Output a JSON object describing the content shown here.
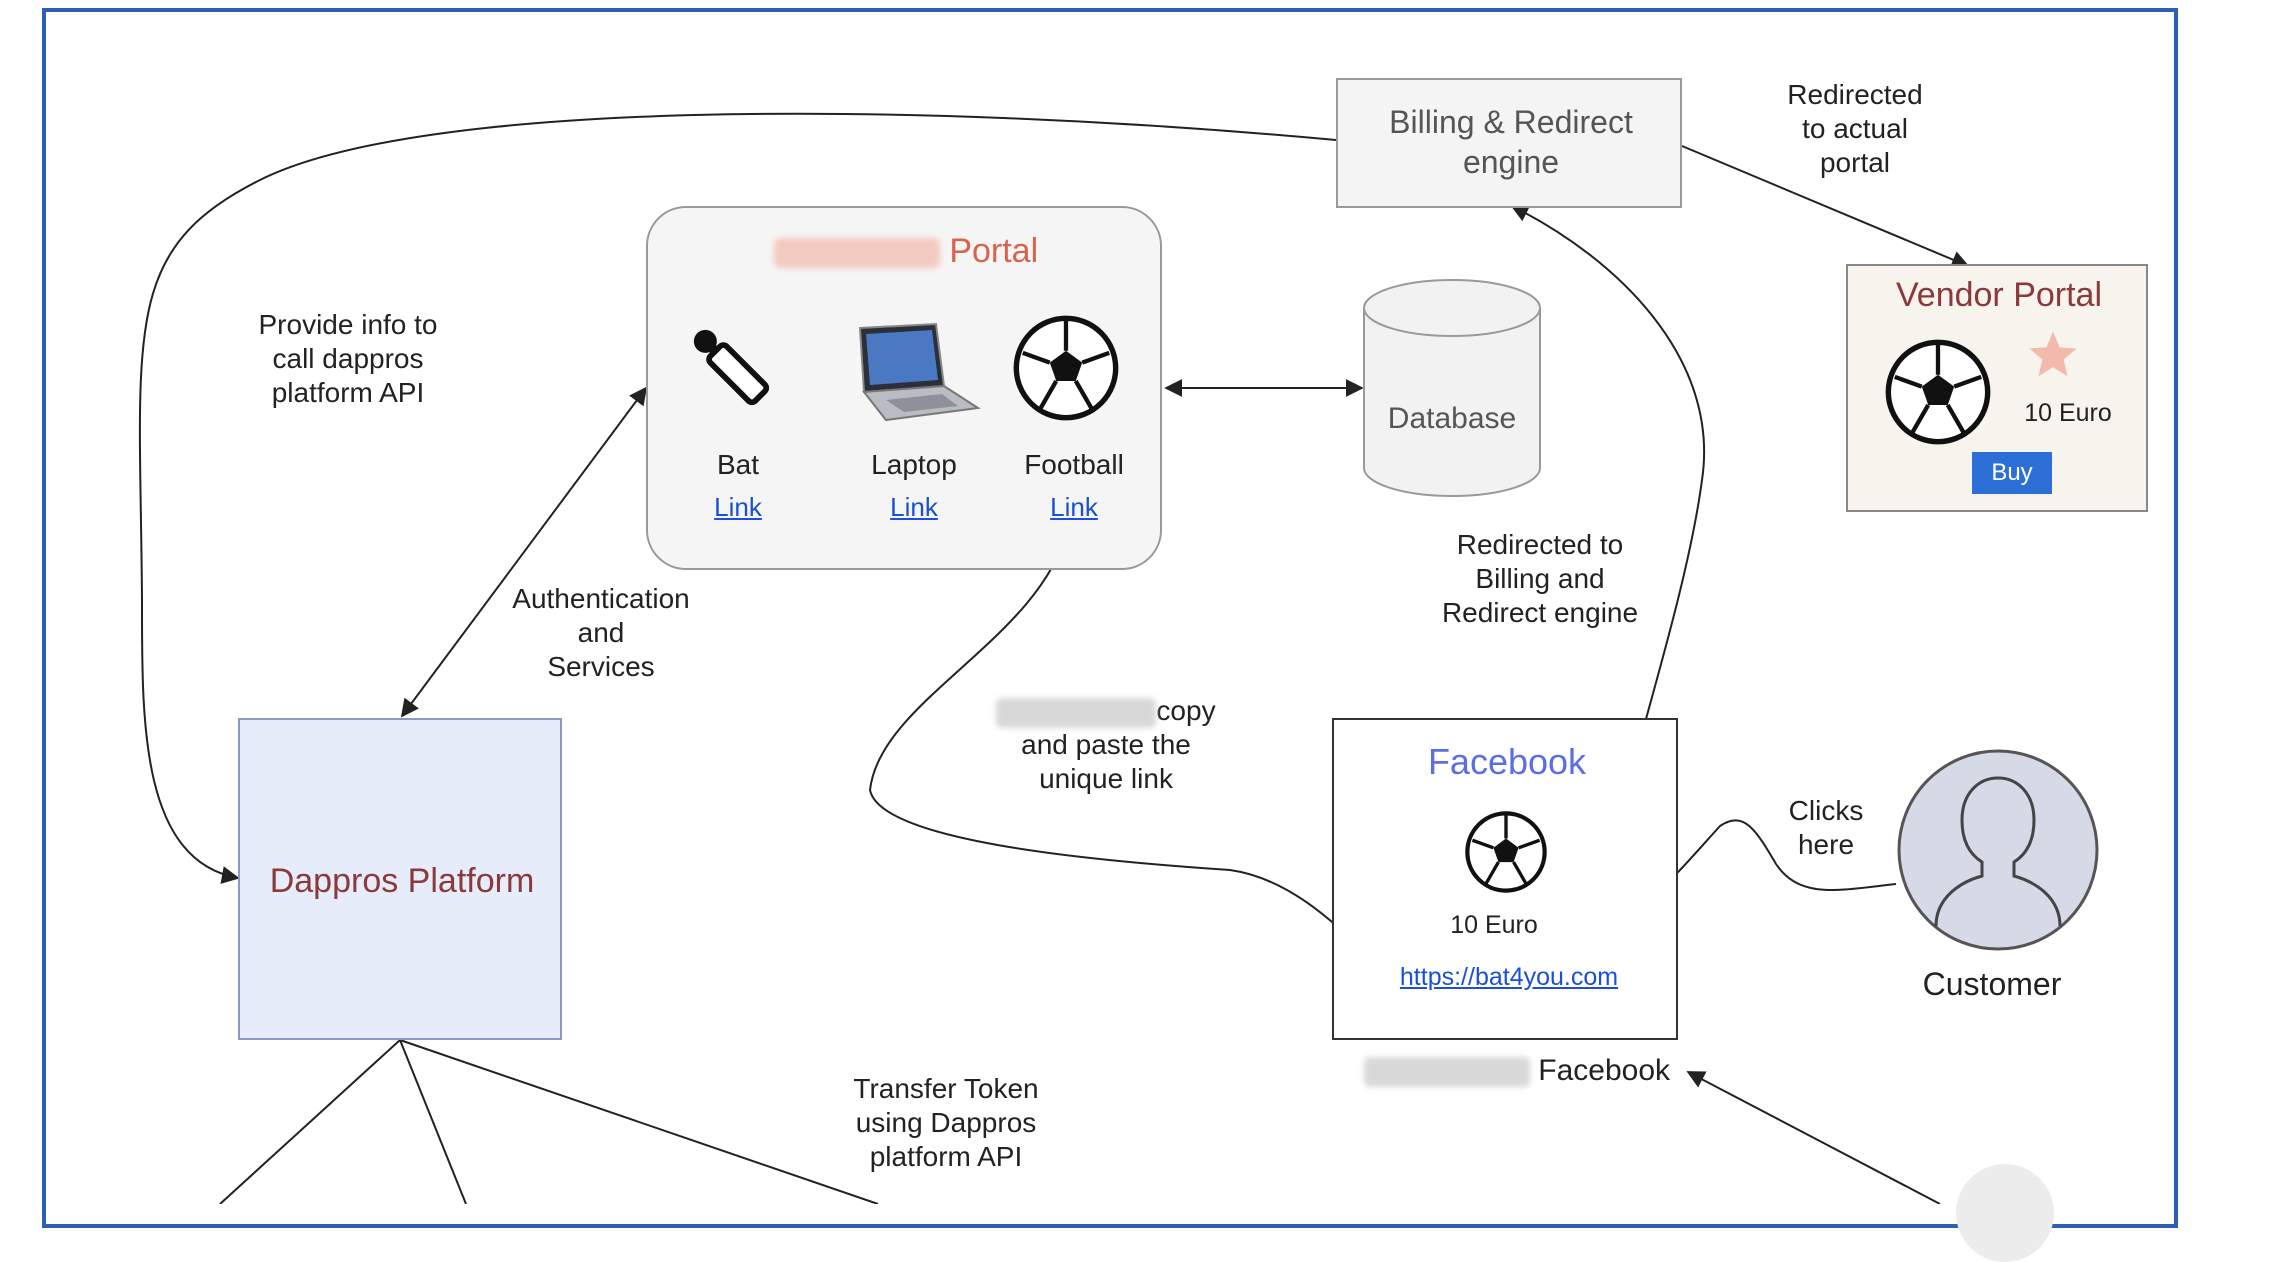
{
  "billing_engine": {
    "line1": "Billing & Redirect",
    "line2": "engine"
  },
  "redirect_actual": {
    "line1": "Redirected",
    "line2": "to actual",
    "line3": "portal"
  },
  "vendor_portal": {
    "title": "Vendor Portal",
    "price": "10 Euro",
    "buy_label": "Buy",
    "star_color": "#f3b9ad"
  },
  "portal": {
    "title_suffix": "Portal",
    "items": [
      {
        "name": "Bat",
        "link": "Link"
      },
      {
        "name": "Laptop",
        "link": "Link"
      },
      {
        "name": "Football",
        "link": "Link"
      }
    ]
  },
  "database": {
    "label": "Database"
  },
  "provide_info": {
    "line1": "Provide info to",
    "line2": "call dappros",
    "line3": "platform API"
  },
  "auth_services": {
    "line1": "Authentication",
    "line2": "and",
    "line3": "Services"
  },
  "redirect_billing": {
    "line1": "Redirected to",
    "line2": "Billing and",
    "line3": "Redirect engine"
  },
  "copy_paste": {
    "line1_suffix": "copy",
    "line2": "and paste the",
    "line3": "unique link"
  },
  "facebook": {
    "title": "Facebook",
    "price": "10 Euro",
    "url": "https://bat4you.com",
    "caption_suffix": "Facebook"
  },
  "clicks_here": {
    "line1": "Clicks",
    "line2": "here"
  },
  "customer": {
    "label": "Customer"
  },
  "dappros_platform": {
    "label": "Dappros Platform"
  },
  "transfer_token": {
    "line1": "Transfer Token",
    "line2": "using Dappros",
    "line3": "platform API"
  },
  "colors": {
    "frame": "#2f5fb5",
    "portal_title": "#d9634e",
    "dappros_text": "#8a3a3a",
    "dappros_fill": "#e6ecfa",
    "facebook_title": "#5b6fe0",
    "buy_button": "#2c6fd6",
    "arrow": "#222222"
  }
}
